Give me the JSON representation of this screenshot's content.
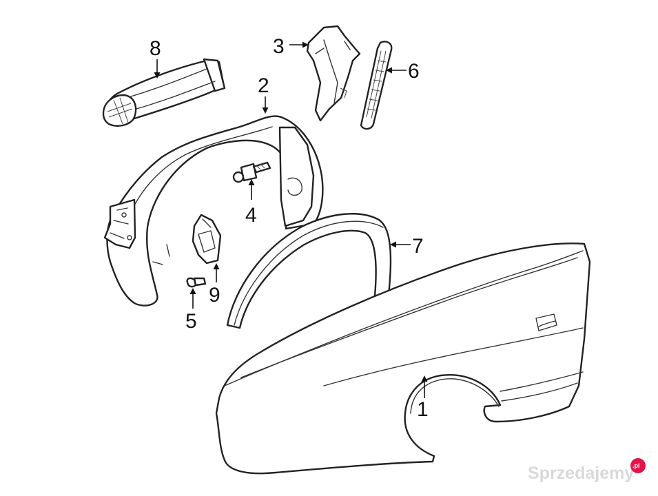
{
  "diagram": {
    "callouts": [
      {
        "id": "1",
        "label": "1"
      },
      {
        "id": "2",
        "label": "2"
      },
      {
        "id": "3",
        "label": "3"
      },
      {
        "id": "4",
        "label": "4"
      },
      {
        "id": "5",
        "label": "5"
      },
      {
        "id": "6",
        "label": "6"
      },
      {
        "id": "7",
        "label": "7"
      },
      {
        "id": "8",
        "label": "8"
      },
      {
        "id": "9",
        "label": "9"
      }
    ]
  },
  "watermark": {
    "text": "Sprzedajemy",
    "badge": ".pl"
  },
  "colors": {
    "line": "#222222",
    "background": "#ffffff",
    "watermark_text": "#d9d9d9",
    "watermark_badge": "#e4144b"
  }
}
